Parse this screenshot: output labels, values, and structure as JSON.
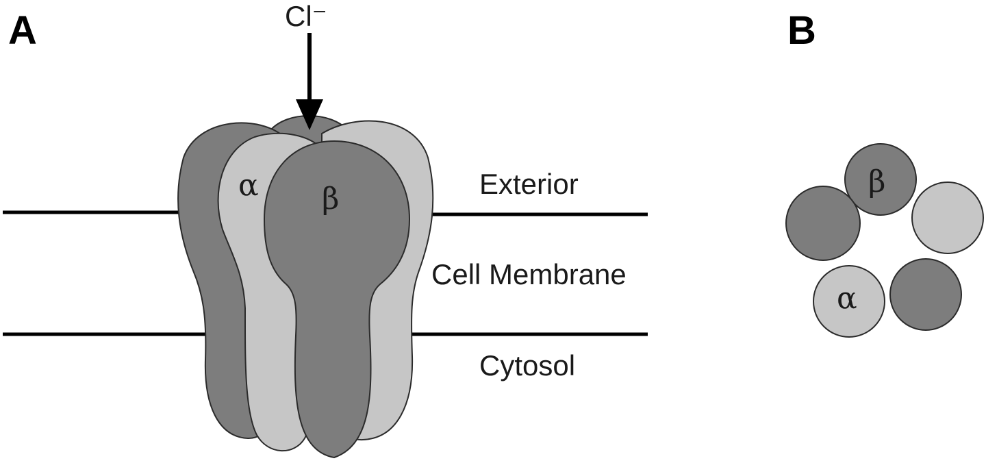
{
  "panels": {
    "a": {
      "letter": "A"
    },
    "b": {
      "letter": "B"
    }
  },
  "ion": {
    "label": "Cl⁻"
  },
  "regions": {
    "exterior": "Exterior",
    "membrane": "Cell Membrane",
    "cytosol": "Cytosol"
  },
  "subunits": {
    "alpha": "α",
    "beta": "β"
  },
  "colors": {
    "dark_subunit": "#7d7d7d",
    "light_subunit": "#c6c6c6",
    "outline": "#2b2b2b",
    "membrane": "#000000"
  }
}
